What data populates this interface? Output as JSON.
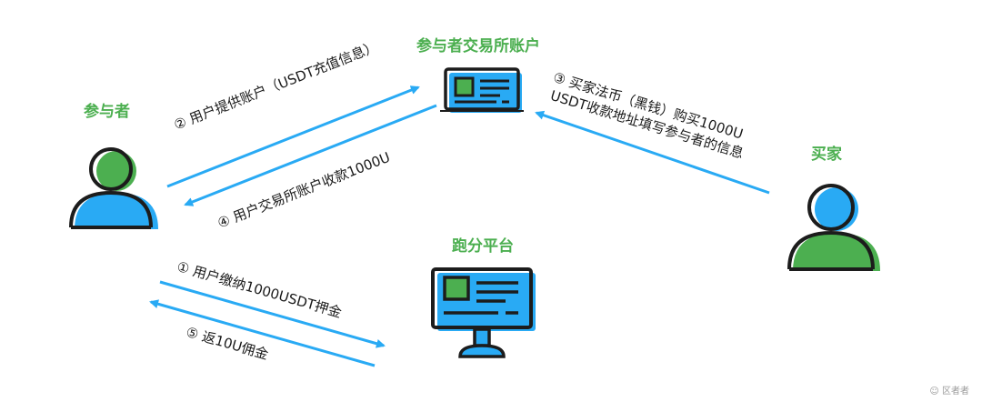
{
  "nodes": {
    "participant": "参与者",
    "exchange": "参与者交易所账户",
    "buyer": "买家",
    "platform": "跑分平台"
  },
  "steps": {
    "s1": "① 用户缴纳1000USDT押金",
    "s2": "② 用户提供账户（USDT充值信息）",
    "s3_line1": "③ 买家法币（黑钱）购买1000U",
    "s3_line2": "USDT收款地址填写参与者的信息",
    "s4": "④ 用户交易所账户收款1000U",
    "s5": "⑤ 返10U佣金"
  },
  "watermark": "☺ 区者者",
  "colors": {
    "green": "#4caf50",
    "blue": "#29aaf4",
    "outline": "#1c1c1c",
    "text": "#1a1a1a"
  }
}
